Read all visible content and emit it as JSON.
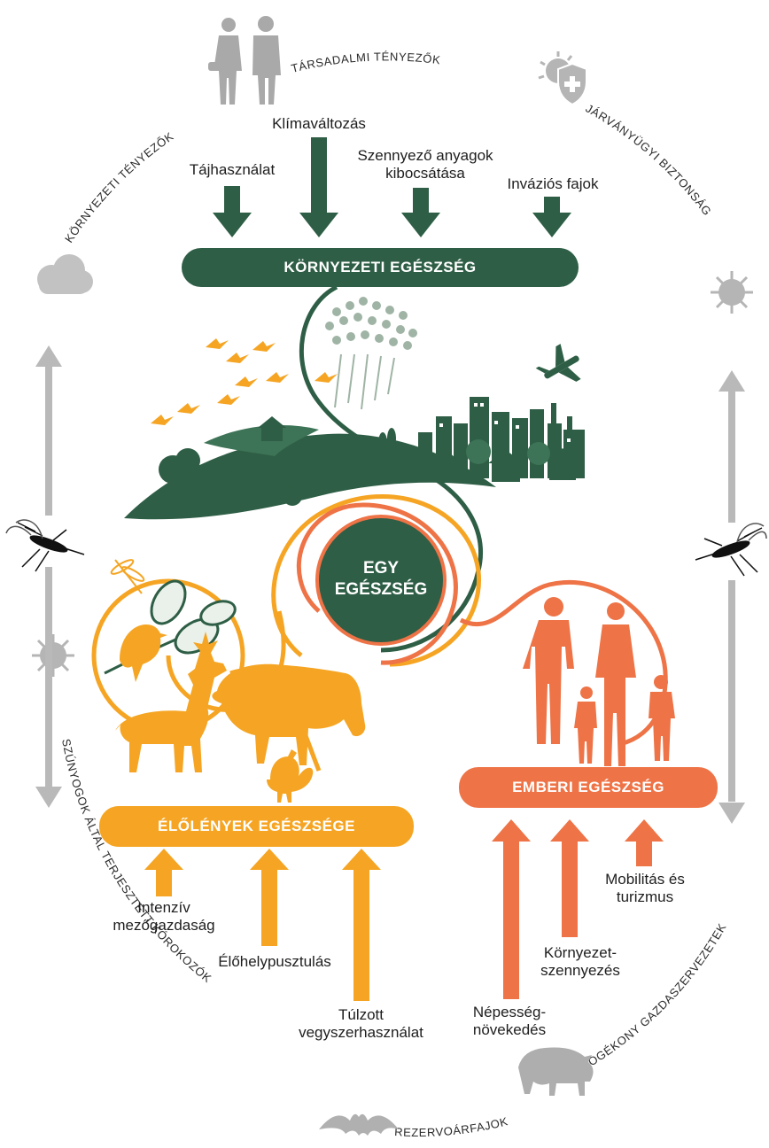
{
  "ring_labels": {
    "social": "TÁRSADALMI TÉNYEZŐK",
    "environmental": "KÖRNYEZETI TÉNYEZŐK",
    "biosecurity": "JÁRVÁNYÜGYI BIZTONSÁG",
    "mosquito_pathogens": "SZÚNYOGOK ÁLTAL TERJESZTETT KÓROKOZÓK",
    "reservoir": "REZERVOÁRFAJOK",
    "susceptible_hosts": "FOGÉKONY GAZDASZERVEZETEK"
  },
  "environment": {
    "title": "KÖRNYEZETI EGÉSZSÉG",
    "drivers": {
      "land_use": "Tájhasználat",
      "climate": "Klímaváltozás",
      "pollutants_line1": "Szennyező anyagok",
      "pollutants_line2": "kibocsátása",
      "invasive": "Inváziós fajok"
    }
  },
  "center": {
    "line1": "EGY",
    "line2": "EGÉSZSÉG"
  },
  "animal": {
    "title": "ÉLŐLÉNYEK EGÉSZSÉGE",
    "drivers": {
      "agri_line1": "Intenzív",
      "agri_line2": "mezőgazdaság",
      "habitat": "Élőhelypusztulás",
      "drug_line1": "Túlzott",
      "drug_line2": "vegyszerhasználat"
    }
  },
  "human": {
    "title": "EMBERI EGÉSZSÉG",
    "drivers": {
      "mobility_line1": "Mobilitás és",
      "mobility_line2": "turizmus",
      "pollution_line1": "Környezet-",
      "pollution_line2": "szennyezés",
      "population_line1": "Népesség-",
      "population_line2": "növekedés"
    }
  },
  "colors": {
    "green": "#2e5e45",
    "orange": "#f5a523",
    "coral": "#ee7346",
    "gray": "#b5b5b5"
  },
  "icons": [
    "people-icon",
    "virus-shield-icon",
    "cloud-icon",
    "virus-icon",
    "mosquito-icon",
    "bat-icon",
    "boar-icon",
    "rain-cloud-icon",
    "airplane-icon",
    "bird-flock-icon",
    "deer-icon",
    "cow-icon",
    "rooster-icon",
    "dragonfly-icon",
    "songbird-icon",
    "family-icon",
    "city-icon",
    "farm-landscape-icon"
  ]
}
